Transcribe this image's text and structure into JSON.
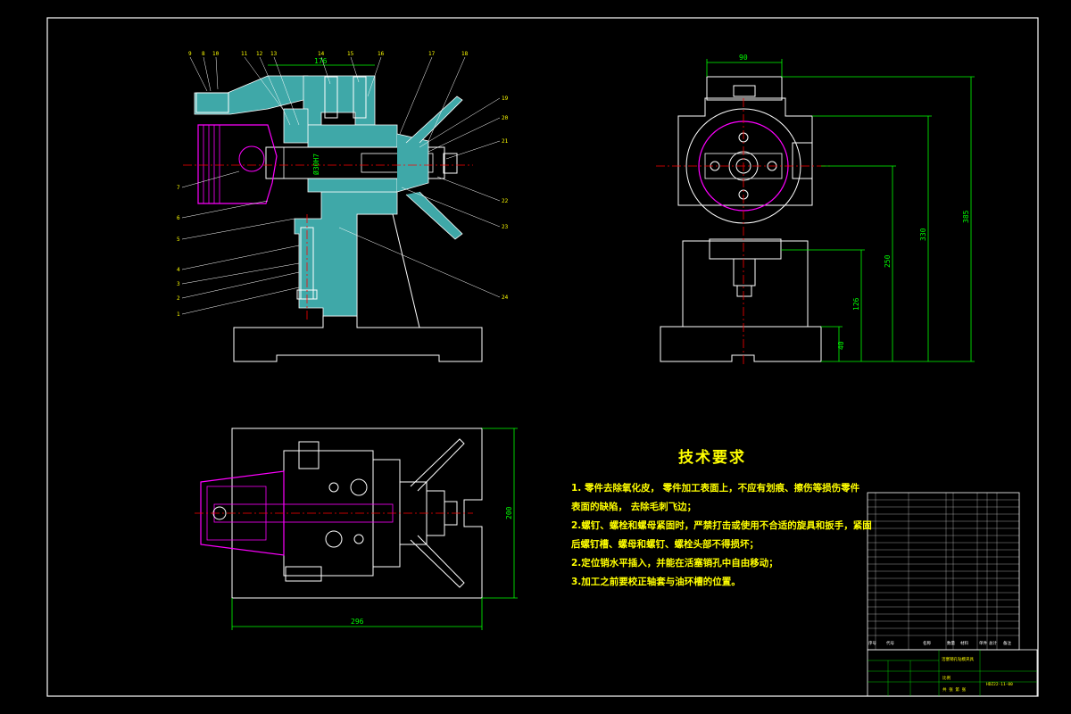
{
  "technical_requirements": {
    "title": "技术要求",
    "lines": [
      "1. 零件去除氧化皮， 零件加工表面上，不应有划痕、擦伤等损伤零件",
      "表面的缺陷， 去除毛刺飞边；",
      "2.螺钉、螺栓和螺母紧固时，严禁打击或使用不合适的旋具和扳手，紧固",
      "后螺钉槽、螺母和螺钉、螺栓头部不得损坏；",
      "2.定位销水平插入，并能在活塞销孔中自由移动；",
      "3.加工之前要校正轴套与油环槽的位置。"
    ]
  },
  "dimensions": {
    "front_top": "176",
    "front_bore": "Ø30H7",
    "side_width": "90",
    "side_h1": "40",
    "side_h2": "126",
    "side_h3": "250",
    "side_h4": "330",
    "side_h5": "385",
    "plan_width": "296",
    "plan_depth": "200"
  },
  "balloons": {
    "top": [
      "9",
      "8",
      "10",
      "11",
      "12",
      "13",
      "14",
      "15",
      "16",
      "17",
      "18"
    ],
    "left": [
      "7",
      "6",
      "5",
      "4",
      "3",
      "2",
      "1"
    ],
    "right": [
      "19",
      "20",
      "21",
      "22",
      "23",
      "24"
    ]
  },
  "title_block": {
    "header": [
      "序号",
      "代号",
      "名称",
      "数量",
      "材料",
      "单件",
      "总计",
      "备注"
    ],
    "drawing_name": "活塞销孔钻模夹具",
    "drawing_no": "HDZ22-11-00",
    "scale_label": "比例",
    "sheet_label": "共 张 第 张"
  },
  "colors": {
    "background": "#000000",
    "outline": "#ffffff",
    "section": "#3fa8a8",
    "centerline": "#ff0000",
    "workpiece": "#ff00ff",
    "dimension": "#00ff00",
    "leader": "#ffff00",
    "tb_line": "#00ff00"
  }
}
